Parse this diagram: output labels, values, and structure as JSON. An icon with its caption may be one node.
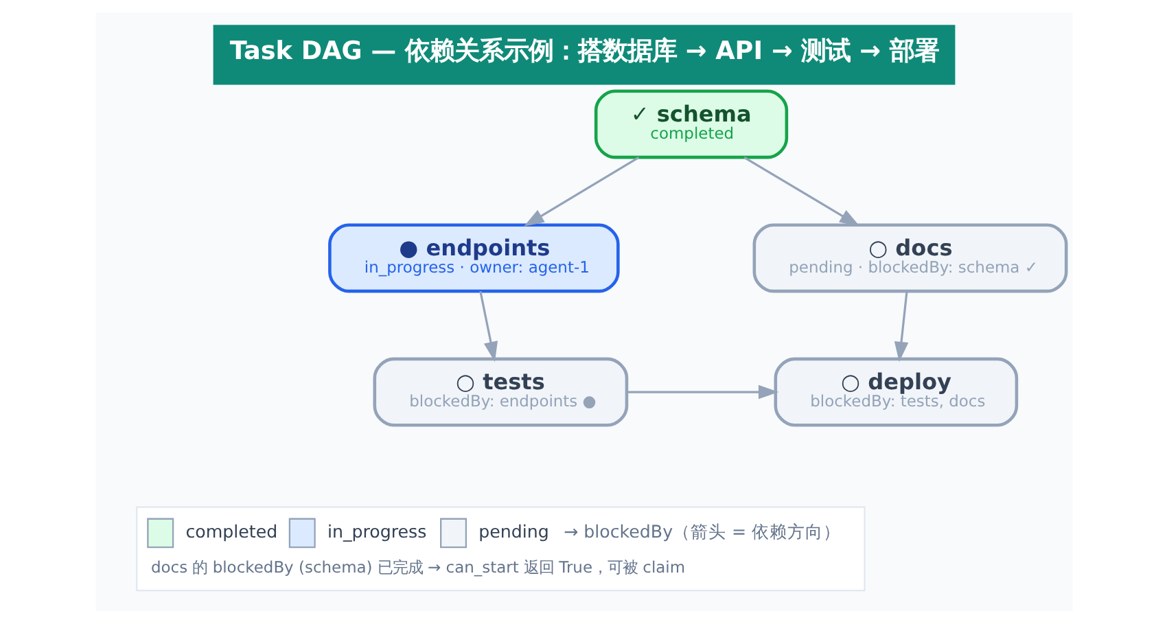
{
  "diagram": {
    "title": "Task DAG — 依赖关系示例：搭数据库 → API → 测试 → 部署",
    "nodes": [
      {
        "text": [
          "✓ schema",
          "completed"
        ]
      },
      {
        "text": [
          "● endpoints",
          "in_progress · owner: agent-1"
        ]
      },
      {
        "text": [
          "○ docs",
          "pending · blockedBy: schema ✓"
        ]
      },
      {
        "text": [
          "○ tests",
          "blockedBy: endpoints ●"
        ]
      },
      {
        "text": [
          "○ deploy",
          "blockedBy: tests, docs"
        ]
      }
    ],
    "edges": [
      {
        "from": 0,
        "to": 1,
        "arrow": "to"
      },
      {
        "from": 0,
        "to": 2,
        "arrow": "to"
      },
      {
        "from": 1,
        "to": 3,
        "arrow": "to"
      },
      {
        "from": 2,
        "to": 4,
        "arrow": "to"
      },
      {
        "from": 3,
        "to": 4,
        "arrow": "to"
      }
    ],
    "labels": [
      "→ blockedBy（箭头 = 依赖方向）",
      "docs 的 blockedBy (schema) 已完成 → can_start 返回 True，可被 claim"
    ],
    "legend": [
      {
        "text": "completed",
        "color": "#dcfce7"
      },
      {
        "text": "in_progress",
        "color": "#dbeafe"
      },
      {
        "text": "pending",
        "color": "#f1f5f9"
      }
    ]
  }
}
